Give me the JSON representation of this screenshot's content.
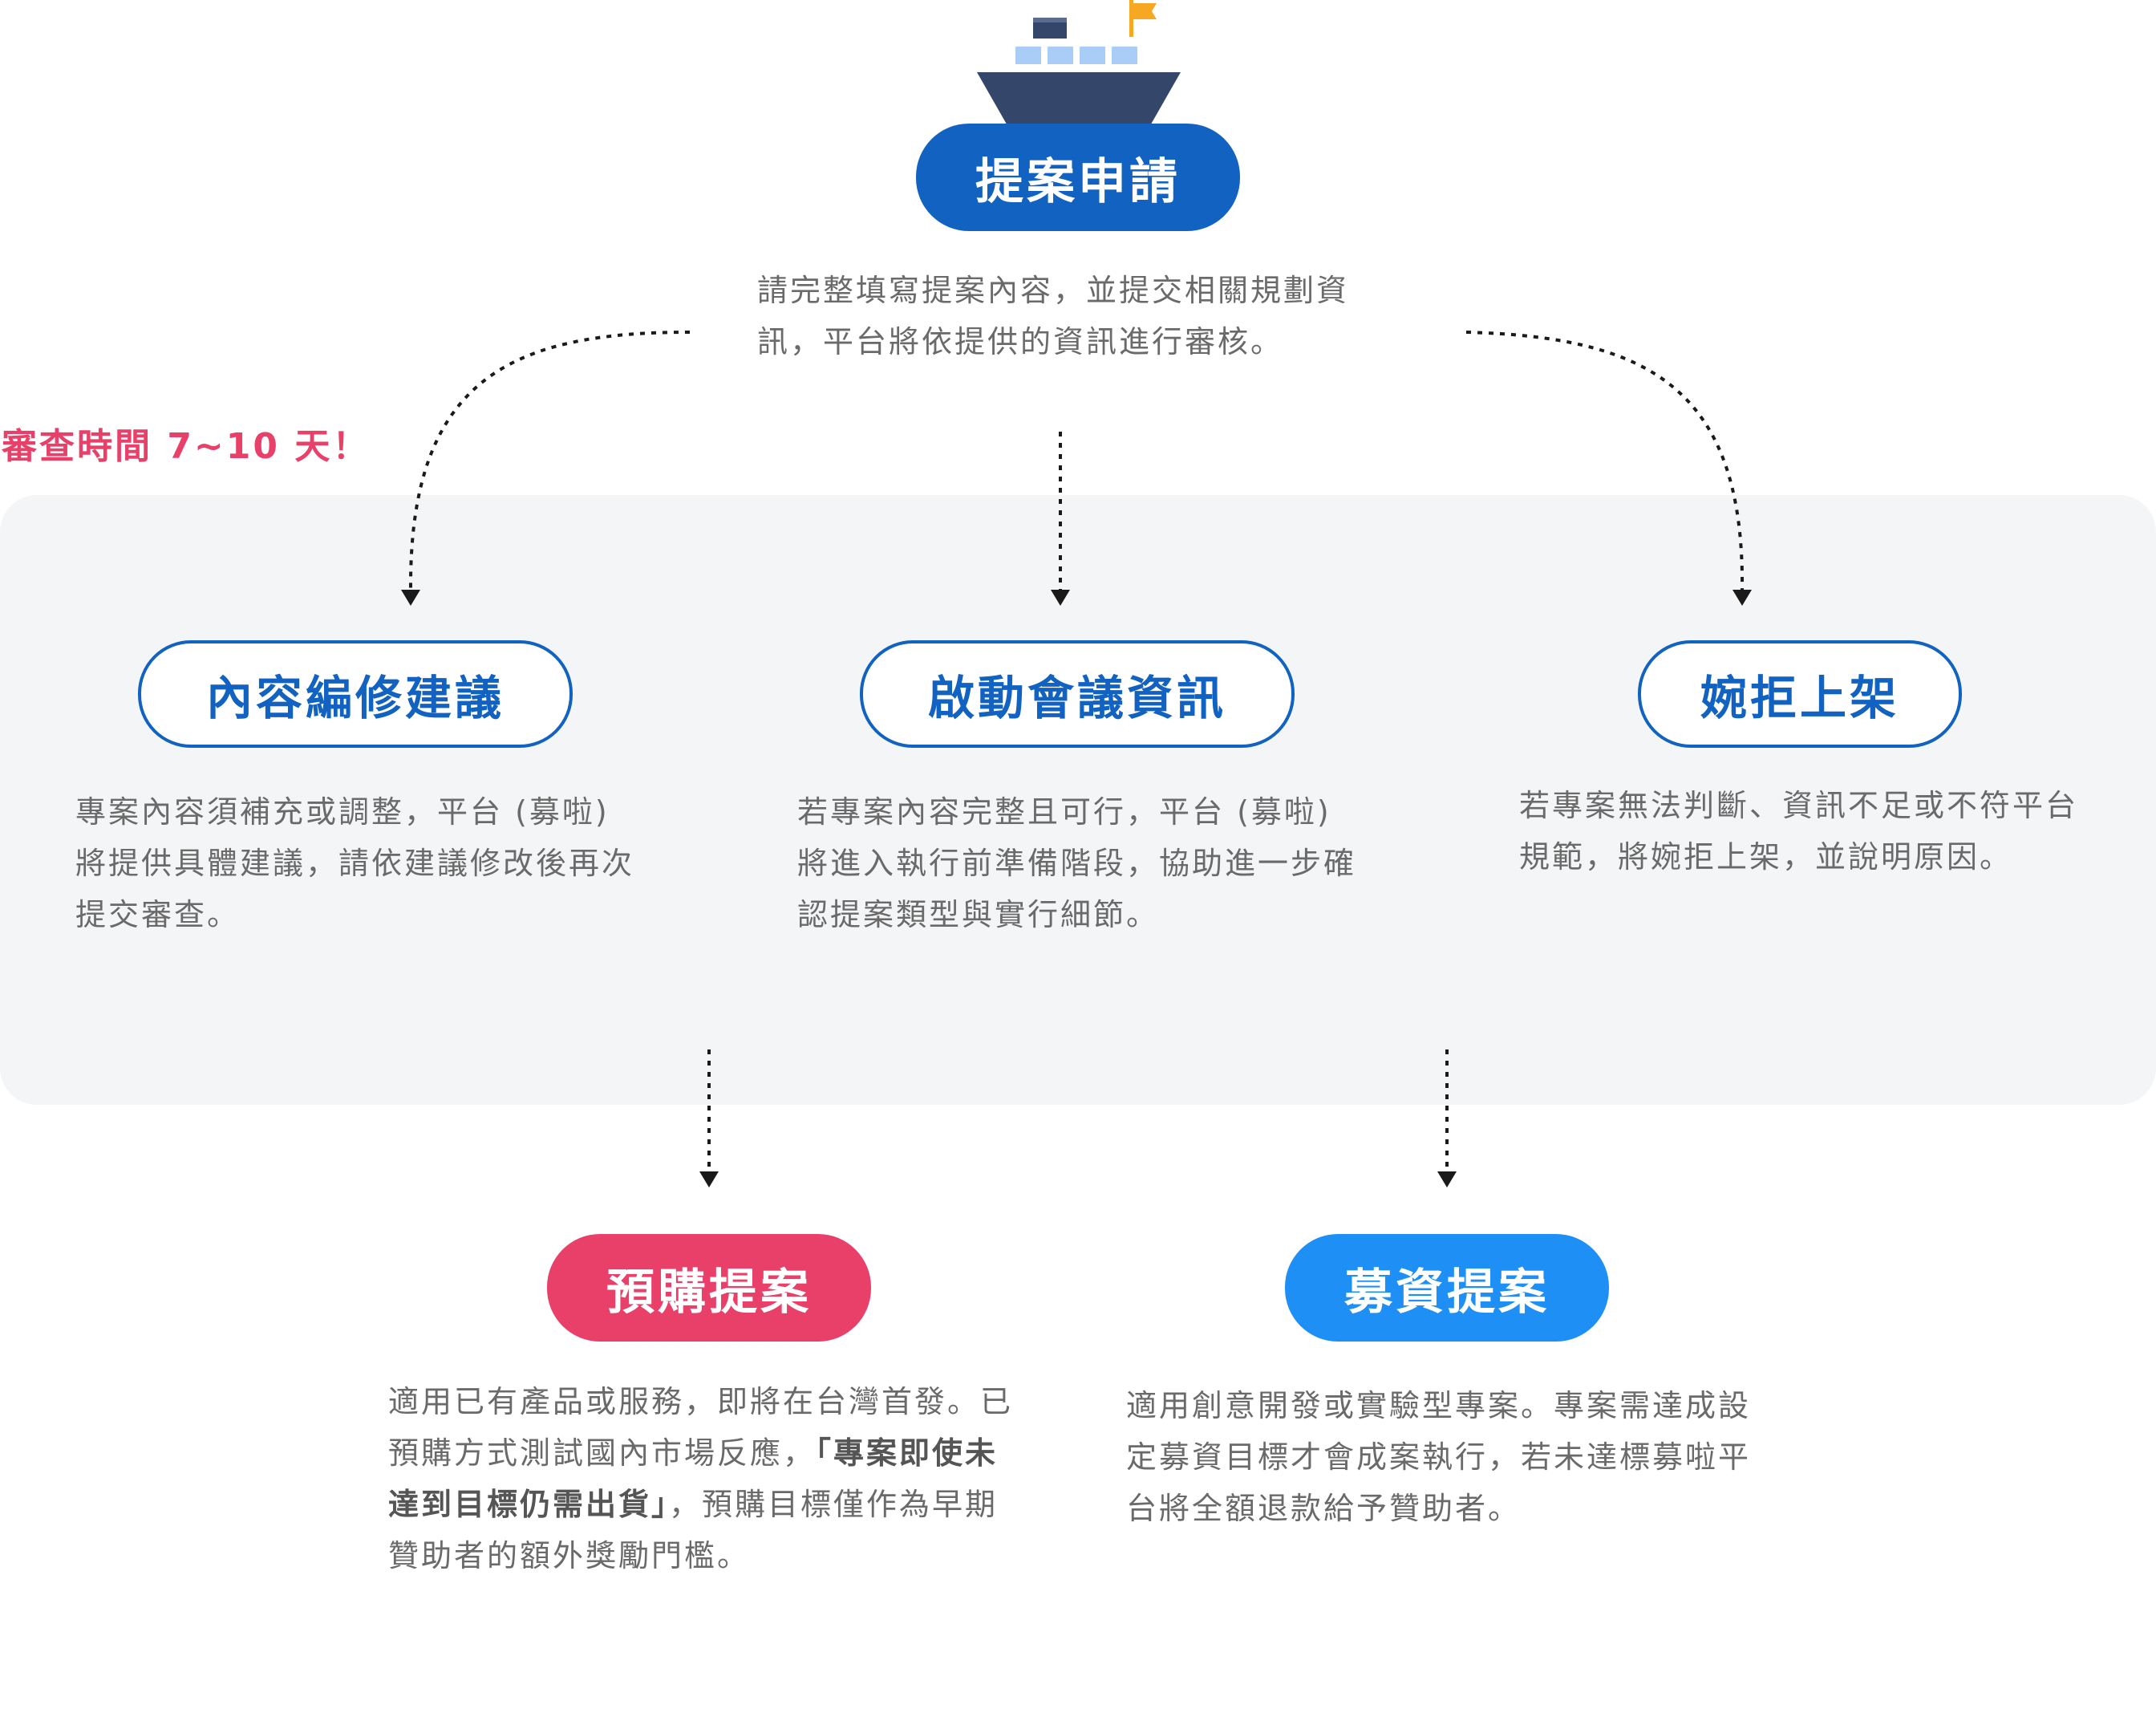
{
  "start": {
    "title": "提案申請",
    "desc": "請完整填寫提案內容，並提交相關規劃資訊，平台將依提供的資訊進行審核。"
  },
  "review_note": "審查時間 7~10 天！",
  "outcomes": [
    {
      "title": "內容編修建議",
      "desc": "專案內容須補充或調整，平台 (募啦) 將提供具體建議，請依建議修改後再次提交審查。"
    },
    {
      "title": "啟動會議資訊",
      "desc": "若專案內容完整且可行，平台 (募啦) 將進入執行前準備階段，協助進一步確認提案類型與實行細節。"
    },
    {
      "title": "婉拒上架",
      "desc": "若專案無法判斷、資訊不足或不符平台規範，將婉拒上架，並說明原因。"
    }
  ],
  "types": {
    "preorder": {
      "title": "預購提案",
      "desc_before": "適用已有產品或服務，即將在台灣首發。已預購方式測試國內市場反應，",
      "desc_bold": "「專案即使未達到目標仍需出貨」",
      "desc_after": "，預購目標僅作為早期贊助者的額外獎勵門檻。"
    },
    "crowdfund": {
      "title": "募資提案",
      "desc": "適用創意開發或實驗型專案。專案需達成設定募資目標才會成案執行，若未達標募啦平台將全額退款給予贊助者。"
    }
  },
  "colors": {
    "primary_blue": "#1262c1",
    "pink": "#e9406a",
    "sky_blue": "#1e90f5",
    "text_gray": "#6a6a6a",
    "panel_bg": "#f4f5f7",
    "ship_hull": "#34476b",
    "ship_window": "#a9cdf7",
    "flag": "#f7a823"
  },
  "icons": {
    "ship": "ship-icon",
    "flag": "flag-icon",
    "arrow": "arrow-down-icon"
  }
}
